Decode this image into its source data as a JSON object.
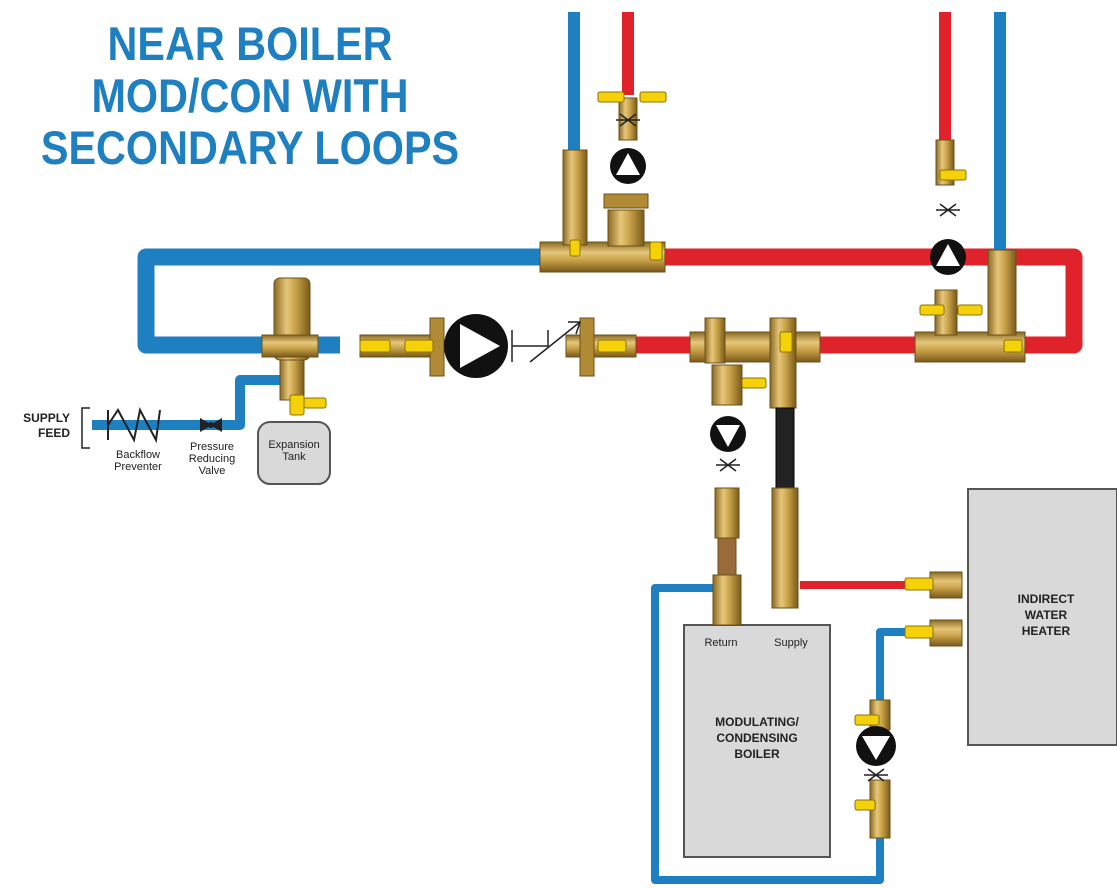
{
  "title": {
    "line1": "NEAR BOILER",
    "line2": "MOD/CON WITH",
    "line3": "SECONDARY LOOPS"
  },
  "labels": {
    "supply": "SUPPLY",
    "feed": "FEED",
    "backflow": "Backflow",
    "preventer": "Preventer",
    "pressure": "Pressure",
    "reducing": "Reducing",
    "valve": "Valve",
    "expansion": "Expansion",
    "tank": "Tank",
    "return": "Return",
    "boiler_supply": "Supply",
    "boiler_line1": "MODULATING/",
    "boiler_line2": "CONDENSING",
    "boiler_line3": "BOILER",
    "heater_line1": "INDIRECT",
    "heater_line2": "WATER",
    "heater_line3": "HEATER"
  },
  "colors": {
    "supply_pipe": "#e0232b",
    "return_pipe": "#1e7fc1",
    "brass": "#c9a24a",
    "handle": "#f5d10a",
    "equipment": "#d9d9d9"
  }
}
